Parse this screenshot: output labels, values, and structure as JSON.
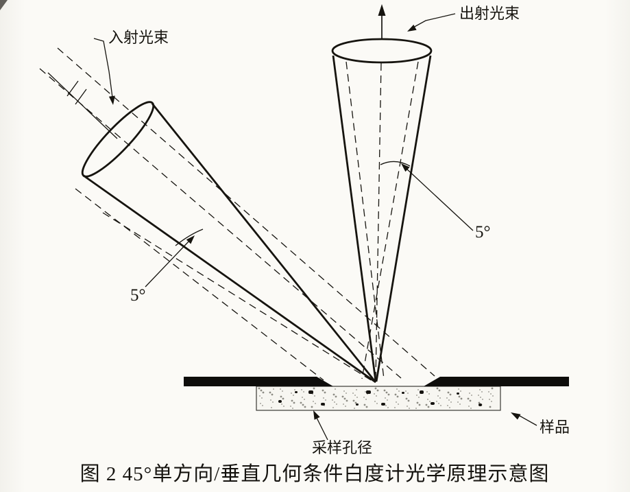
{
  "figure": {
    "caption": "图 2  45°单方向/垂直几何条件白度计光学原理示意图",
    "labels": {
      "incident_beam": "入射光束",
      "exit_beam": "出射光束",
      "incident_half_angle": "5°",
      "exit_half_angle": "5°",
      "sampling_aperture": "采样孔径",
      "sample": "样品"
    },
    "colors": {
      "ink": "#16140f",
      "paper": "#fbfaf6"
    }
  }
}
